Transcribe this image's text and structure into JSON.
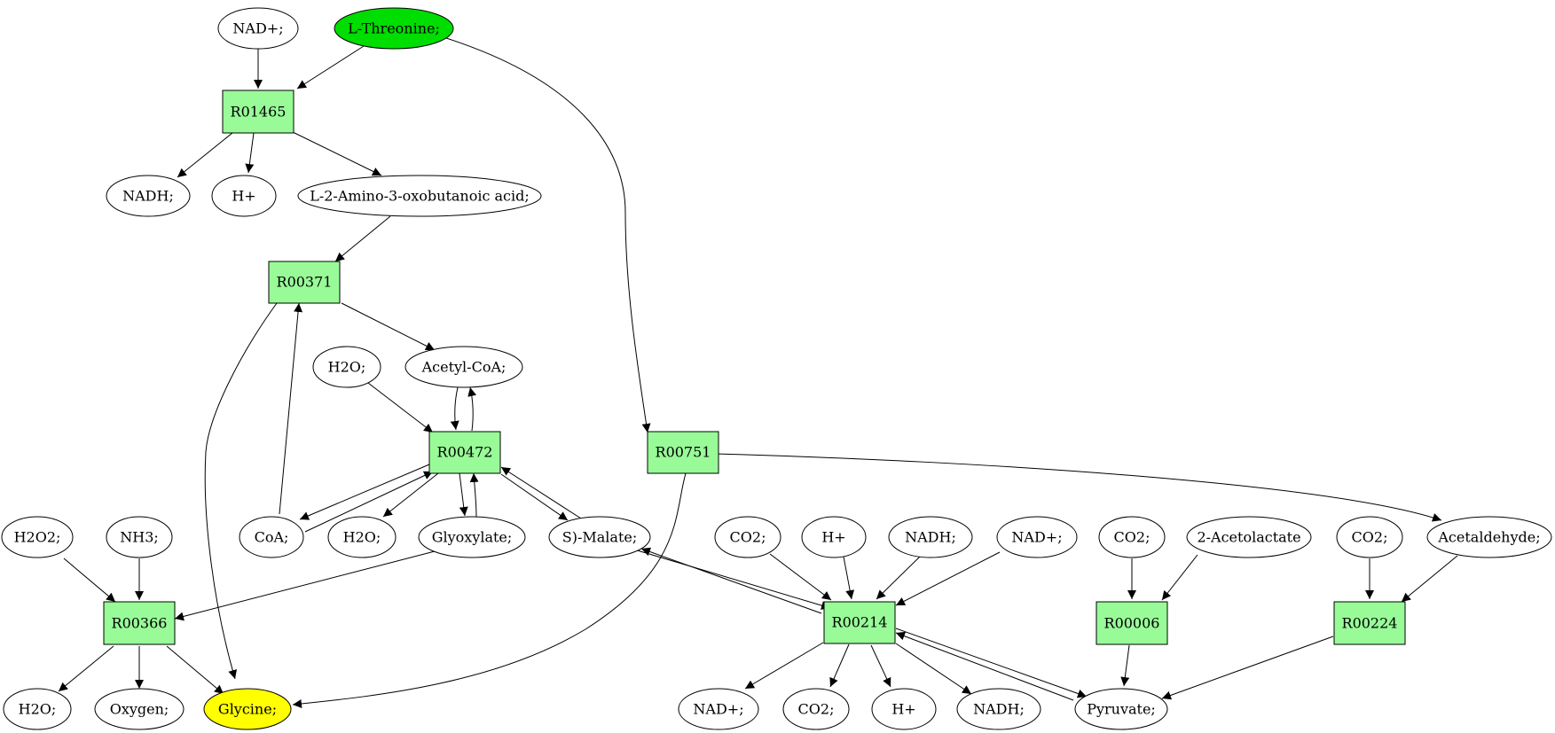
{
  "colors": {
    "reaction_fill": "#98fb98",
    "start_fill": "#00dd00",
    "target_fill": "#ffff00",
    "compound_fill": "#ffffff",
    "stroke": "#000000"
  },
  "nodes": [
    {
      "id": "nad_top",
      "label": "NAD+;",
      "kind": "compound"
    },
    {
      "id": "threonine",
      "label": "L-Threonine;",
      "kind": "start"
    },
    {
      "id": "R01465",
      "label": "R01465",
      "kind": "reaction"
    },
    {
      "id": "nadh_1",
      "label": "NADH;",
      "kind": "compound"
    },
    {
      "id": "hplus_1",
      "label": "H+",
      "kind": "compound"
    },
    {
      "id": "amino_oxo",
      "label": "L-2-Amino-3-oxobutanoic acid;",
      "kind": "compound"
    },
    {
      "id": "R00371",
      "label": "R00371",
      "kind": "reaction"
    },
    {
      "id": "h2o_1",
      "label": "H2O;",
      "kind": "compound"
    },
    {
      "id": "acetyl_coa",
      "label": "Acetyl-CoA;",
      "kind": "compound"
    },
    {
      "id": "R00472",
      "label": "R00472",
      "kind": "reaction"
    },
    {
      "id": "R00751",
      "label": "R00751",
      "kind": "reaction"
    },
    {
      "id": "coa",
      "label": "CoA;",
      "kind": "compound"
    },
    {
      "id": "h2o_2",
      "label": "H2O;",
      "kind": "compound"
    },
    {
      "id": "glyoxylate",
      "label": "Glyoxylate;",
      "kind": "compound"
    },
    {
      "id": "malate",
      "label": "S)-Malate;",
      "kind": "compound"
    },
    {
      "id": "h2o2",
      "label": "H2O2;",
      "kind": "compound"
    },
    {
      "id": "nh3",
      "label": "NH3;",
      "kind": "compound"
    },
    {
      "id": "R00366",
      "label": "R00366",
      "kind": "reaction"
    },
    {
      "id": "h2o_3",
      "label": "H2O;",
      "kind": "compound"
    },
    {
      "id": "oxygen",
      "label": "Oxygen;",
      "kind": "compound"
    },
    {
      "id": "glycine",
      "label": "Glycine;",
      "kind": "target"
    },
    {
      "id": "co2_1",
      "label": "CO2;",
      "kind": "compound"
    },
    {
      "id": "hplus_2",
      "label": "H+",
      "kind": "compound"
    },
    {
      "id": "nadh_2",
      "label": "NADH;",
      "kind": "compound"
    },
    {
      "id": "nad_2",
      "label": "NAD+;",
      "kind": "compound"
    },
    {
      "id": "R00214",
      "label": "R00214",
      "kind": "reaction"
    },
    {
      "id": "nad_3",
      "label": "NAD+;",
      "kind": "compound"
    },
    {
      "id": "co2_2",
      "label": "CO2;",
      "kind": "compound"
    },
    {
      "id": "hplus_3",
      "label": "H+",
      "kind": "compound"
    },
    {
      "id": "nadh_3",
      "label": "NADH;",
      "kind": "compound"
    },
    {
      "id": "co2_3",
      "label": "CO2;",
      "kind": "compound"
    },
    {
      "id": "acetolactate",
      "label": "2-Acetolactate",
      "kind": "compound"
    },
    {
      "id": "R00006",
      "label": "R00006",
      "kind": "reaction"
    },
    {
      "id": "pyruvate",
      "label": "Pyruvate;",
      "kind": "compound"
    },
    {
      "id": "co2_4",
      "label": "CO2;",
      "kind": "compound"
    },
    {
      "id": "acetaldehyde",
      "label": "Acetaldehyde;",
      "kind": "compound"
    },
    {
      "id": "R00224",
      "label": "R00224",
      "kind": "reaction"
    }
  ]
}
